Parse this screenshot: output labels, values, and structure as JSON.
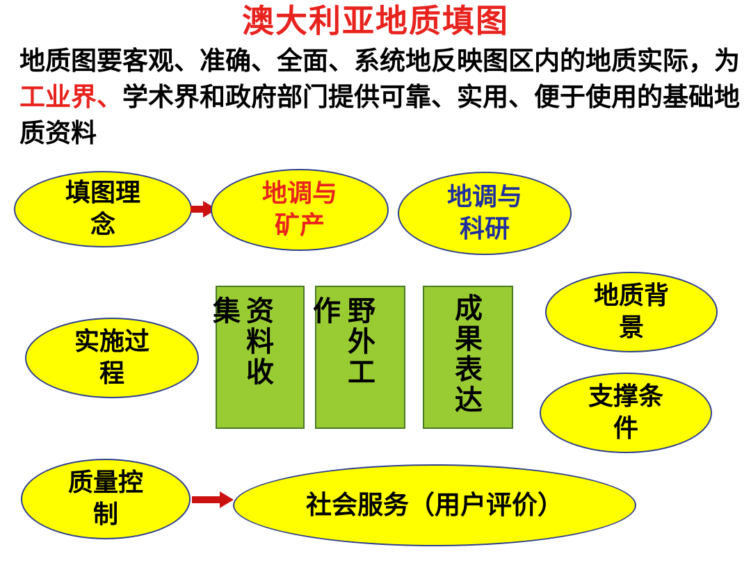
{
  "title": {
    "text": "澳大利亚地质填图",
    "color": "#e8231e"
  },
  "intro": {
    "part1": "地质图要客观、准确、全面、系统地反映图区内的地质实际，为",
    "highlight": "工业界、",
    "part2": "学术界和政府部门提供可靠、实用、便于使用的基础地质资料",
    "highlight_color": "#e8231e"
  },
  "colors": {
    "ellipse_fill": "#ffff00",
    "ellipse_border": "#2e3f8f",
    "box_fill": "#99cc33",
    "arrow": "#cc1111",
    "text_red": "#e8231e",
    "text_blue": "#1f2ea0"
  },
  "nodes": {
    "fill_concept": "填图理念",
    "survey_mineral": "地调与矿产",
    "survey_research": "地调与科研",
    "implementation": "实施过程",
    "geo_background": "地质背景",
    "support": "支撑条件",
    "quality": "质量控制",
    "social_service": "社会服务（用户评价）"
  },
  "boxes": {
    "data_collection": "资料收",
    "data_collection_overflow": "集",
    "field_work": "野外工",
    "field_work_overflow": "作",
    "results": "成果表达"
  }
}
